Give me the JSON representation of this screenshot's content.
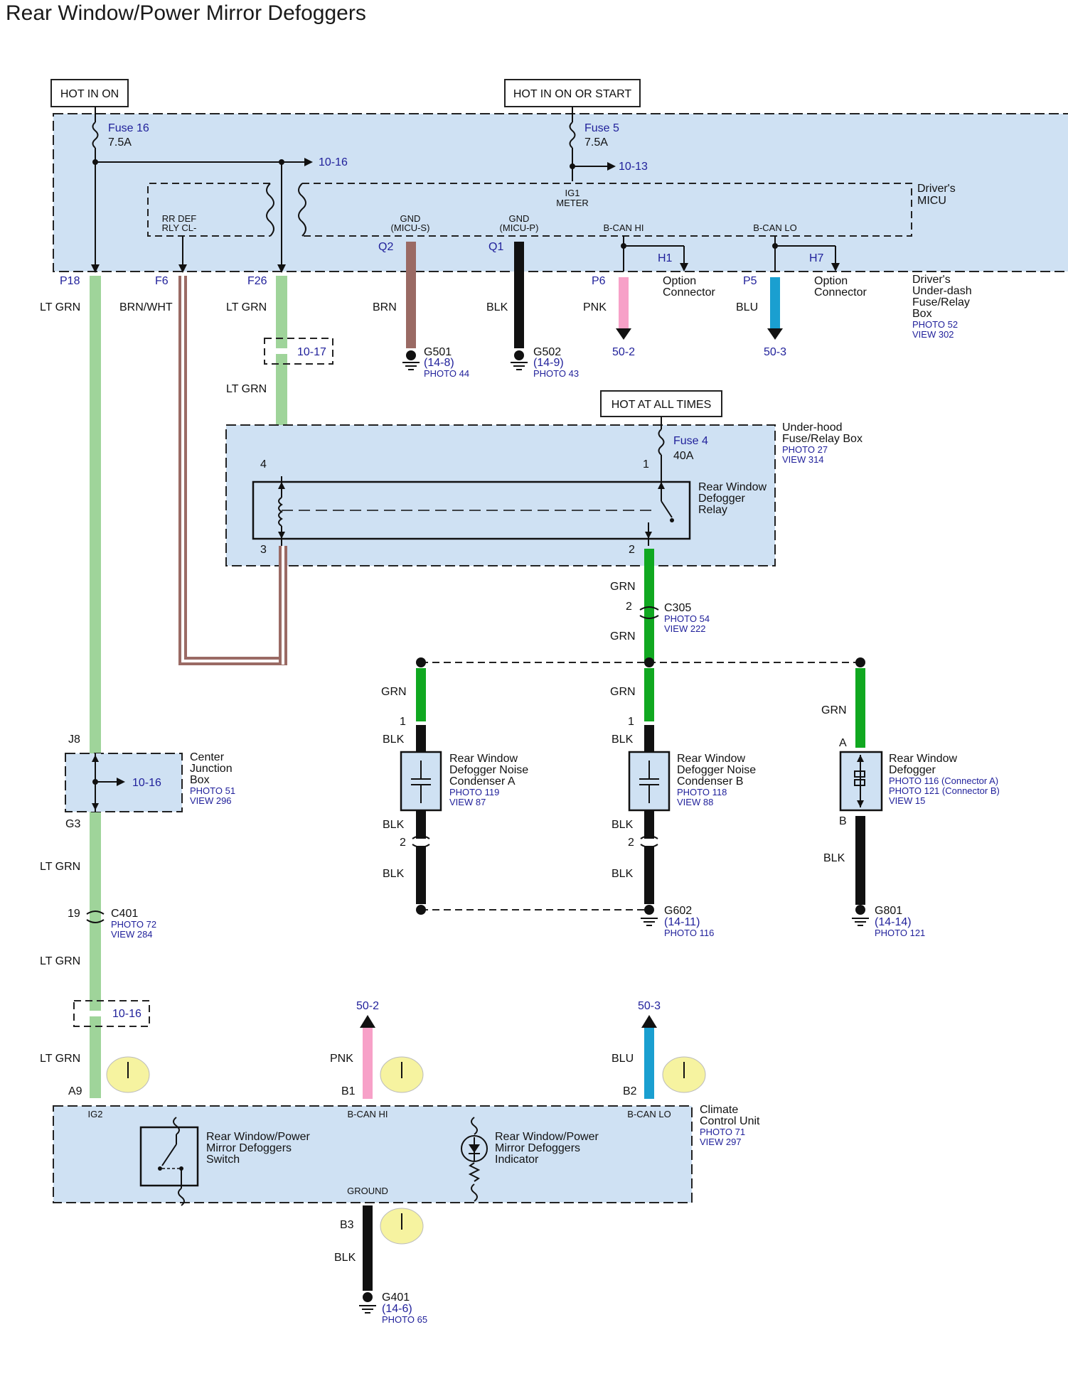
{
  "title": "Rear Window/Power Mirror Defoggers",
  "colors": {
    "lt_grn": "#9fd49a",
    "grn": "#10a820",
    "brn": "#9a6a64",
    "blk": "#111111",
    "pnk": "#f7a1c8",
    "blu": "#1a9fd0",
    "box_fill": "#cfe1f3",
    "ref_blue": "#1f1f9a",
    "meter_yellow": "#f6f3a0"
  },
  "power": {
    "hot_in_on": "HOT IN ON",
    "hot_in_on_or_start": "HOT IN ON OR START",
    "hot_at_all_times": "HOT AT ALL TIMES"
  },
  "underdash": {
    "fuse16": "Fuse 16",
    "fuse16_rating": "7.5A",
    "fuse5": "Fuse 5",
    "fuse5_rating": "7.5A",
    "ref_10_16": "10-16",
    "ref_10_13": "10-13",
    "rr_def_1": "RR DEF",
    "rr_def_2": "RLY CL-",
    "ig1_1": "IG1",
    "ig1_2": "METER",
    "gnd_s_1": "GND",
    "gnd_s_2": "(MICU-S)",
    "gnd_p_1": "GND",
    "gnd_p_2": "(MICU-P)",
    "bcan_hi": "B-CAN HI",
    "bcan_lo": "B-CAN LO",
    "micu_1": "Driver's",
    "micu_2": "MICU",
    "box_1": "Driver's",
    "box_2": "Under-dash",
    "box_3": "Fuse/Relay",
    "box_4": "Box",
    "box_photo": "PHOTO 52",
    "box_view": "VIEW 302",
    "pin_q2": "Q2",
    "pin_q1": "Q1",
    "pin_h1": "H1",
    "pin_h7": "H7",
    "opt_1": "Option",
    "opt_2": "Connector",
    "pin_p18": "P18",
    "pin_f6": "F6",
    "pin_f26": "F26",
    "pin_p6": "P6",
    "pin_p5": "P5"
  },
  "wires_top": {
    "lt_grn": "LT GRN",
    "brn_wht": "BRN/WHT",
    "brn": "BRN",
    "blk": "BLK",
    "pnk": "PNK",
    "blu": "BLU",
    "ref_50_2": "50-2",
    "ref_50_3": "50-3",
    "ref_10_17": "10-17"
  },
  "grounds": {
    "g501": "G501",
    "g501_ref": "(14-8)",
    "g501_photo": "PHOTO 44",
    "g502": "G502",
    "g502_ref": "(14-9)",
    "g502_photo": "PHOTO 43",
    "g602": "G602",
    "g602_ref": "(14-11)",
    "g602_photo": "PHOTO 116",
    "g801": "G801",
    "g801_ref": "(14-14)",
    "g801_photo": "PHOTO 121",
    "g401": "G401",
    "g401_ref": "(14-6)",
    "g401_photo": "PHOTO 65"
  },
  "underhood": {
    "fuse4": "Fuse 4",
    "fuse4_rating": "40A",
    "box_1": "Under-hood",
    "box_2": "Fuse/Relay Box",
    "box_photo": "PHOTO 27",
    "box_view": "VIEW 314",
    "relay_1": "Rear Window",
    "relay_2": "Defogger",
    "relay_3": "Relay",
    "pin4": "4",
    "pin1": "1",
    "pin3": "3",
    "pin2": "2"
  },
  "c305": {
    "grn": "GRN",
    "pin": "2",
    "name": "C305",
    "photo": "PHOTO 54",
    "view": "VIEW 222"
  },
  "condensers": {
    "grn": "GRN",
    "blk": "BLK",
    "pin1": "1",
    "pin2": "2",
    "a_1": "Rear Window",
    "a_2": "Defogger Noise",
    "a_3": "Condenser A",
    "a_photo": "PHOTO 119",
    "a_view": "VIEW 87",
    "b_1": "Rear Window",
    "b_2": "Defogger Noise",
    "b_3": "Condenser B",
    "b_photo": "PHOTO 118",
    "b_view": "VIEW 88"
  },
  "defogger": {
    "grn": "GRN",
    "blk": "BLK",
    "pin_a": "A",
    "pin_b": "B",
    "name_1": "Rear Window",
    "name_2": "Defogger",
    "photo_a": "PHOTO 116 (Connector A)",
    "photo_b": "PHOTO 121 (Connector B)",
    "view": "VIEW 15"
  },
  "junction": {
    "pin_j8": "J8",
    "pin_g3": "G3",
    "ref": "10-16",
    "name_1": "Center",
    "name_2": "Junction",
    "name_3": "Box",
    "photo": "PHOTO 51",
    "view": "VIEW 296",
    "lt_grn": "LT GRN"
  },
  "c401": {
    "pin": "19",
    "name": "C401",
    "photo": "PHOTO 72",
    "view": "VIEW 284",
    "ref": "10-16"
  },
  "climate": {
    "pin_a9": "A9",
    "pin_b1": "B1",
    "pin_b2": "B2",
    "pin_b3": "B3",
    "ig2": "IG2",
    "bcan_hi": "B-CAN HI",
    "bcan_lo": "B-CAN LO",
    "ground": "GROUND",
    "name_1": "Climate",
    "name_2": "Control Unit",
    "photo": "PHOTO 71",
    "view": "VIEW 297",
    "switch_1": "Rear Window/Power",
    "switch_2": "Mirror Defoggers",
    "switch_3": "Switch",
    "ind_1": "Rear Window/Power",
    "ind_2": "Mirror Defoggers",
    "ind_3": "Indicator",
    "lt_grn": "LT GRN",
    "pnk": "PNK",
    "blu": "BLU",
    "blk": "BLK",
    "ref_50_2": "50-2",
    "ref_50_3": "50-3"
  }
}
